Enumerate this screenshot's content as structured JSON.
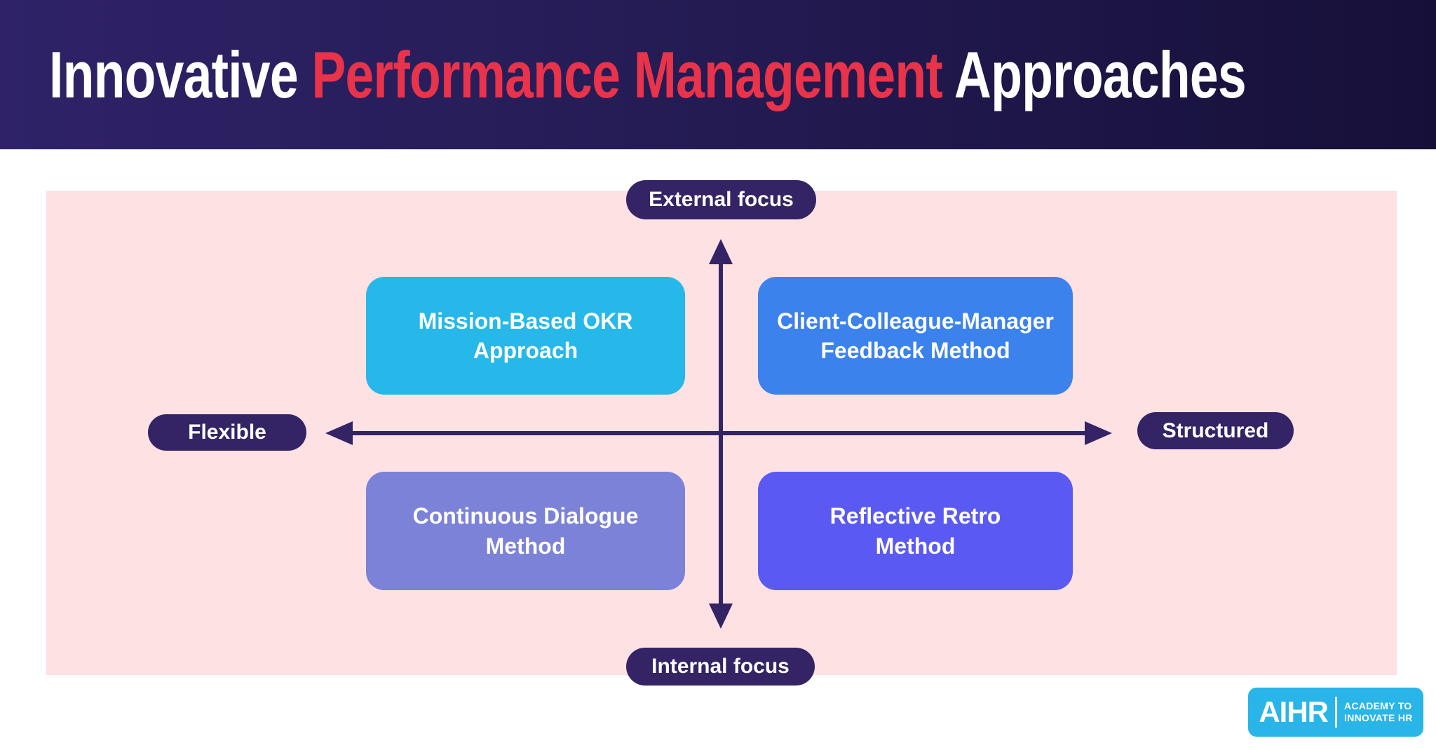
{
  "header": {
    "title_prefix": "Innovative ",
    "title_highlight": "Performance Management",
    "title_suffix": " Approaches",
    "bg_gradient_left": "#2F2268",
    "bg_gradient_right": "#161039",
    "highlight_color": "#E9334B"
  },
  "matrix": {
    "bg_color": "#FDE1E3",
    "axis_color": "#342465",
    "axis_labels": {
      "top": "External focus",
      "bottom": "Internal focus",
      "left": "Flexible",
      "right": "Structured"
    },
    "quadrants": [
      {
        "position": "top-left",
        "line1": "Mission-Based OKR",
        "line2": "Approach",
        "color": "#25B8E9"
      },
      {
        "position": "top-right",
        "line1": "Client-Colleague-Manager",
        "line2": "Feedback Method",
        "color": "#3C82EC"
      },
      {
        "position": "bottom-left",
        "line1": "Continuous Dialogue",
        "line2": "Method",
        "color": "#7B82D8"
      },
      {
        "position": "bottom-right",
        "line1": "Reflective Retro",
        "line2": "Method",
        "color": "#5A5AF2"
      }
    ]
  },
  "logo": {
    "brand": "AIHR",
    "tagline_line1": "ACADEMY TO",
    "tagline_line2": "INNOVATE HR",
    "bg_color": "#29B5E8"
  }
}
